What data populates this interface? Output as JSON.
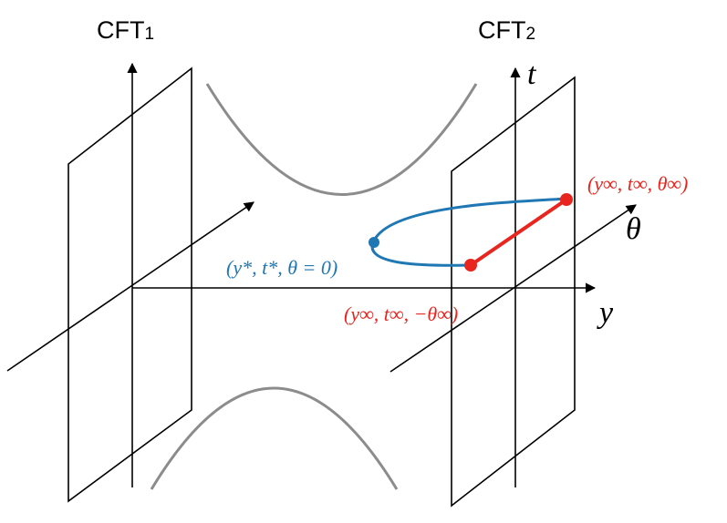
{
  "labels": {
    "cft1": "CFT",
    "cft1_sub": "1",
    "cft2": "CFT",
    "cft2_sub": "2",
    "axis_t": "t",
    "axis_y": "y",
    "axis_theta": "θ"
  },
  "annotations": {
    "endpoint_plus": "(y∞, t∞, θ∞)",
    "endpoint_minus": "(y∞, t∞, −θ∞)",
    "turning_point": "(y*, t*, θ = 0)"
  },
  "colors": {
    "line": "#000000",
    "horizon": "#8c8c8c",
    "geodesic": "#1f77b4",
    "endpoints": "#e8251e"
  }
}
